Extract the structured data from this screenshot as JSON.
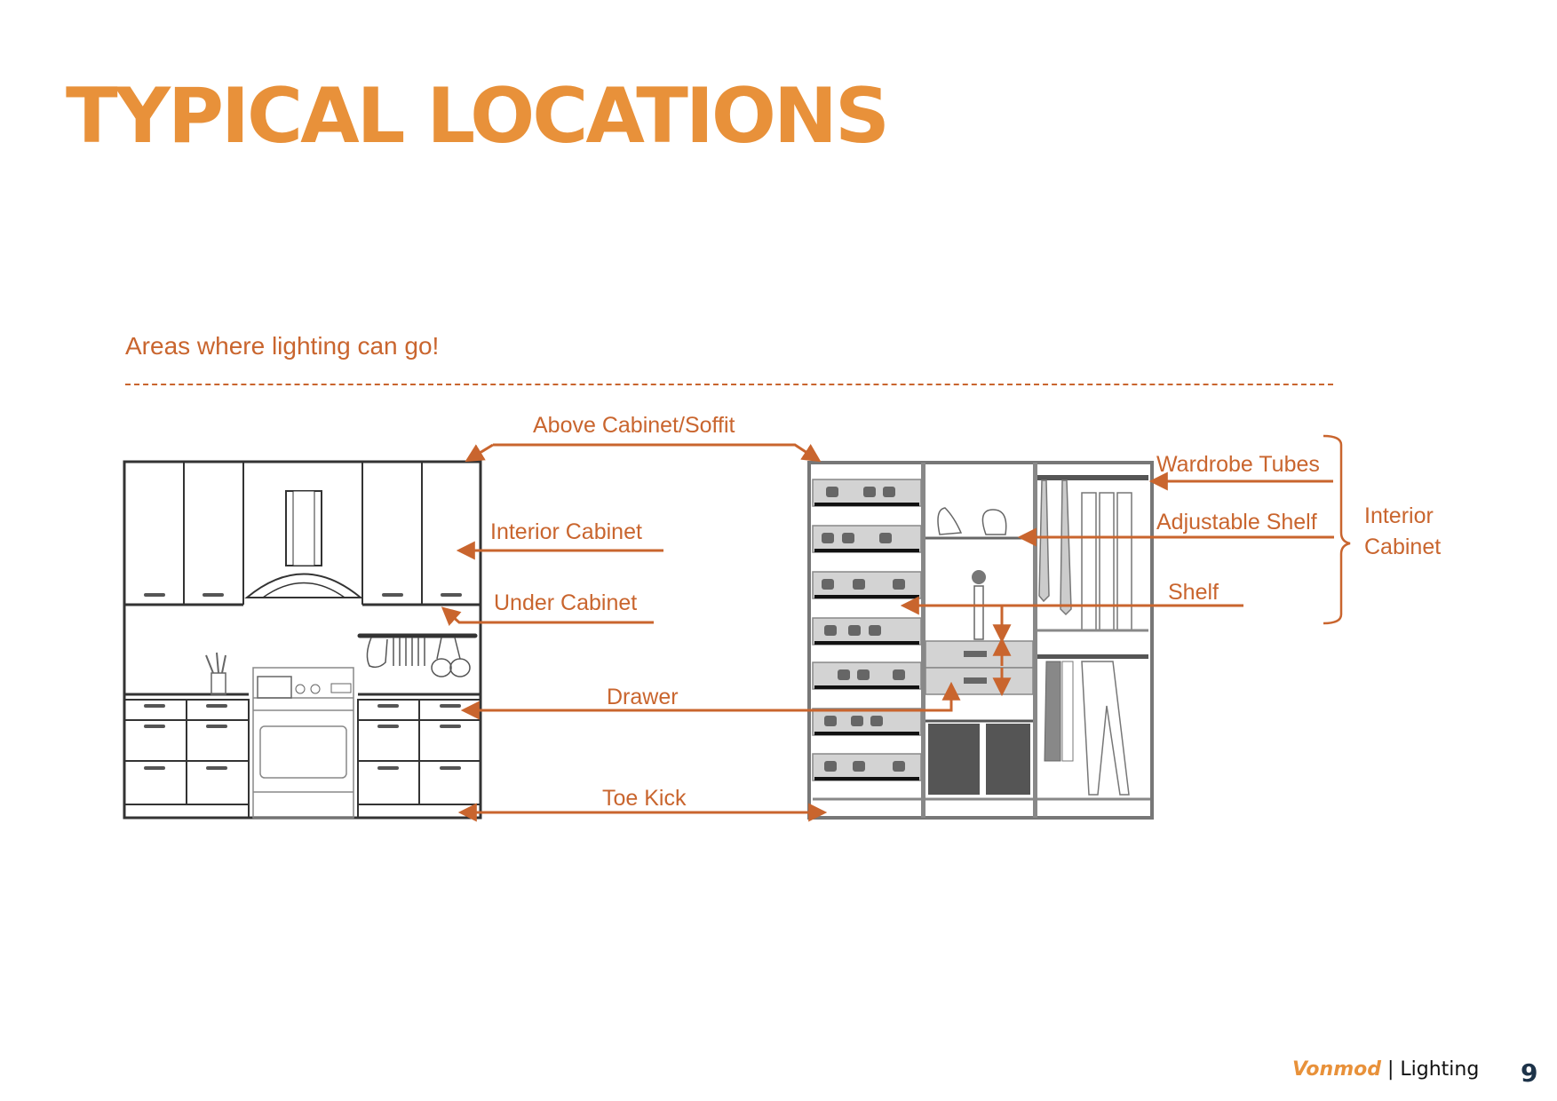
{
  "page": {
    "title": "TYPICAL LOCATIONS",
    "subtitle": "Areas where lighting can go!",
    "accent_color": "#E8913A",
    "annotation_color": "#C9652E"
  },
  "diagram": {
    "labels": {
      "above_cabinet": "Above Cabinet/Soffit",
      "interior_cabinet": "Interior Cabinet",
      "under_cabinet": "Under Cabinet",
      "drawer": "Drawer",
      "toe_kick": "Toe Kick",
      "wardrobe_tubes": "Wardrobe Tubes",
      "adjustable_shelf": "Adjustable Shelf",
      "shelf": "Shelf",
      "bracket_line1": "Interior",
      "bracket_line2": "Cabinet"
    },
    "illustrations": [
      "kitchen-elevation",
      "closet-elevation"
    ]
  },
  "footer": {
    "brand": "Vonmod",
    "separator": " | ",
    "section": "Lighting",
    "page_number": "9"
  }
}
